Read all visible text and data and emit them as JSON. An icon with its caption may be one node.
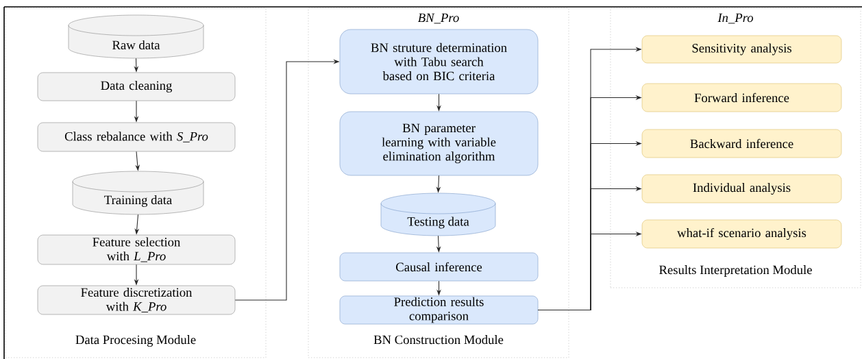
{
  "diagram": {
    "nodes": [
      {
        "text": [
          "Data Procesing Module"
        ]
      },
      {
        "text": [
          "Raw data"
        ],
        "in": 0
      },
      {
        "text": [
          "Data cleaning"
        ],
        "in": 0
      },
      {
        "text": [
          "Class rebalance with *S_Pro*"
        ],
        "in": 0
      },
      {
        "text": [
          "Training data"
        ],
        "in": 0
      },
      {
        "text": [
          "Feature selection with *L_Pro*"
        ],
        "in": 0
      },
      {
        "text": [
          "Feature discretization with *K_Pro*"
        ],
        "in": 0
      },
      {
        "text": [
          "BN_Pro",
          "BN Construction Module"
        ]
      },
      {
        "text": [
          "BN struture determination with Tabu search based on BIC criteria"
        ],
        "in": 7
      },
      {
        "text": [
          "BN parameter learning with variable elimination algorithm"
        ],
        "in": 7
      },
      {
        "text": [
          "Testing data"
        ],
        "in": 7
      },
      {
        "text": [
          "Causal inference"
        ],
        "in": 7
      },
      {
        "text": [
          "Prediction results comparison"
        ],
        "in": 7
      },
      {
        "text": [
          "In_Pro",
          "Results Interpretation Module"
        ]
      },
      {
        "text": [
          "Sensitivity analysis"
        ],
        "in": 13
      },
      {
        "text": [
          "Forward inference"
        ],
        "in": 13
      },
      {
        "text": [
          "Backward inference"
        ],
        "in": 13
      },
      {
        "text": [
          "Individual analysis"
        ],
        "in": 13
      },
      {
        "text": [
          "what-if scenario analysis"
        ],
        "in": 13
      }
    ],
    "edges": [
      {
        "from": 1,
        "to": 2,
        "arrow": "to"
      },
      {
        "from": 2,
        "to": 3,
        "arrow": "to"
      },
      {
        "from": 3,
        "to": 4,
        "arrow": "to"
      },
      {
        "from": 4,
        "to": 5,
        "arrow": "to"
      },
      {
        "from": 5,
        "to": 6,
        "arrow": "to"
      },
      {
        "from": 6,
        "to": 8,
        "arrow": "to"
      },
      {
        "from": 8,
        "to": 9,
        "arrow": "to"
      },
      {
        "from": 9,
        "to": 10,
        "arrow": "to"
      },
      {
        "from": 10,
        "to": 11,
        "arrow": "to"
      },
      {
        "from": 11,
        "to": 12,
        "arrow": "to"
      },
      {
        "from": 12,
        "to": 14,
        "arrow": "to"
      },
      {
        "from": 12,
        "to": 15,
        "arrow": "to"
      },
      {
        "from": 12,
        "to": 16,
        "arrow": "to"
      },
      {
        "from": 12,
        "to": 17,
        "arrow": "to"
      },
      {
        "from": 12,
        "to": 18,
        "arrow": "to"
      }
    ]
  }
}
